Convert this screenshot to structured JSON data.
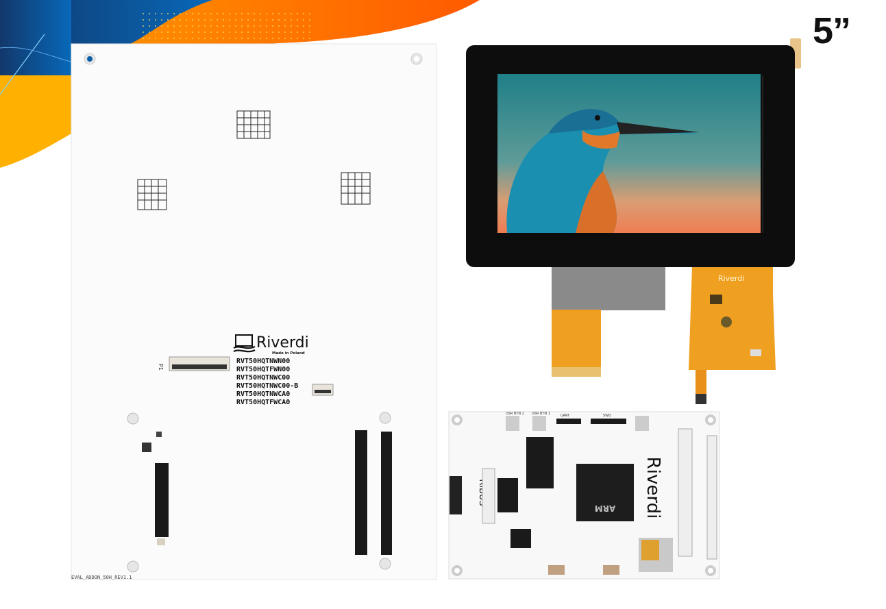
{
  "size_badge": "5”",
  "colors": {
    "blue": "#0a5fa8",
    "navy": "#12386b",
    "orange": "#ff7a00",
    "yellow": "#ffb000",
    "bezel": "#0d0d0d",
    "fpc": "#f0a020"
  },
  "addon_board": {
    "brand": "Riverdi",
    "made_in": "Made in Poland",
    "connector_label": "P1",
    "models": [
      "RVT50HQTNWN00",
      "RVT50HQTFWN00",
      "RVT50HQTNWC00",
      "RVT50HQTNWC00-B",
      "RVT50HQTNWCA0",
      "RVT50HQTFWCA0"
    ],
    "revision": "EVAL_ADDON_50H_REV1.1"
  },
  "fpc_brand": "Riverdi",
  "controller_board": {
    "brand": "Riverdi",
    "bus_label": "RiBUS",
    "chip_label": "ARM",
    "headers": [
      "USR BTN 2",
      "USR BTN 1",
      "UART",
      "SWD"
    ]
  }
}
